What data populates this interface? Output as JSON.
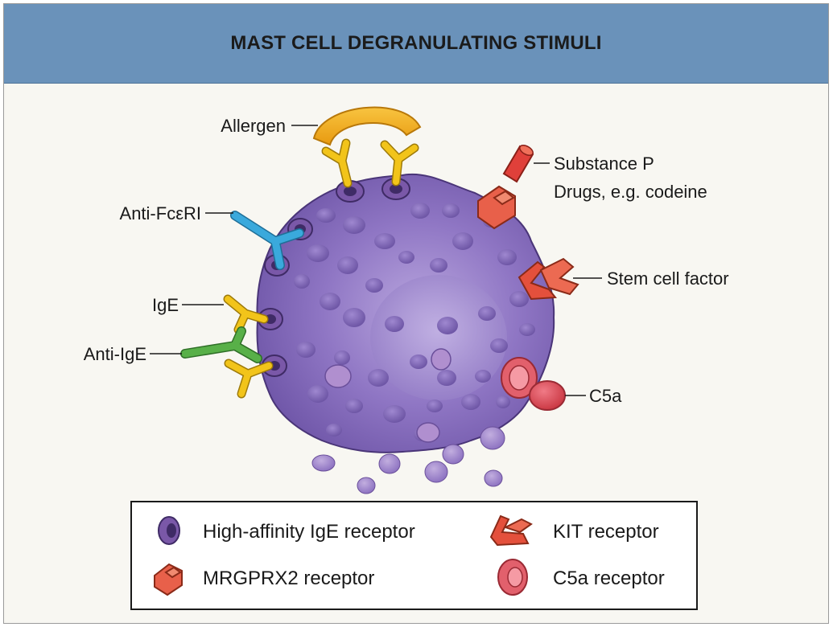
{
  "title": "MAST CELL DEGRANULATING STIMULI",
  "labels": {
    "allergen": "Allergen",
    "anti_fceri": "Anti-FcεRI",
    "ige": "IgE",
    "anti_ige": "Anti-IgE",
    "substance_p": "Substance P",
    "drugs": "Drugs, e.g. codeine",
    "scf": "Stem cell factor",
    "c5a": "C5a"
  },
  "legend": [
    {
      "label": "High-affinity IgE receptor",
      "icon": "ige-receptor-icon"
    },
    {
      "label": "KIT receptor",
      "icon": "kit-receptor-icon"
    },
    {
      "label": "MRGPRX2 receptor",
      "icon": "mrgprx2-receptor-icon"
    },
    {
      "label": "C5a receptor",
      "icon": "c5a-receptor-icon"
    }
  ],
  "colors": {
    "header": "#6a92ba",
    "cell": "#8c72c0",
    "granule": "#7058a8",
    "ige": "#f2c41a",
    "allergen": "#f5b21c",
    "anti_fceri": "#3aa9dc",
    "anti_ige": "#58b048",
    "receptor_red": "#e2503c",
    "c5a": "#e04a5a"
  }
}
